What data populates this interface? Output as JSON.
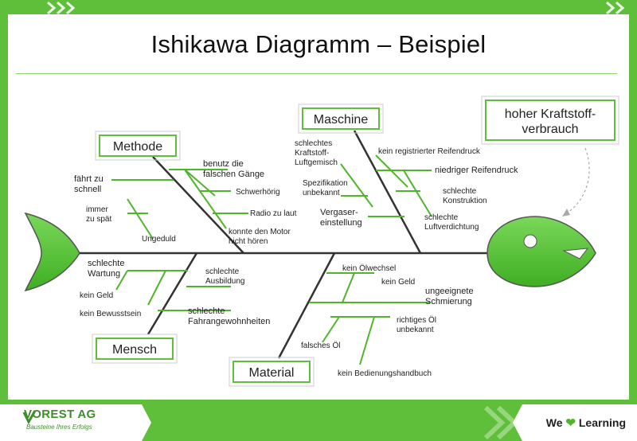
{
  "title": "Ishikawa Diagramm – Beispiel",
  "effect": {
    "lines": [
      "hoher Kraftstoff-",
      "verbrauch"
    ]
  },
  "categories": {
    "methode": "Methode",
    "maschine": "Maschine",
    "mensch": "Mensch",
    "material": "Material"
  },
  "causes": {
    "methode": [
      [
        "fährt zu",
        "schnell"
      ],
      [
        "immer",
        "zu spät"
      ],
      [
        "Ungeduld"
      ],
      [
        "benutz die",
        "falschen Gänge"
      ],
      [
        "Schwerhörig"
      ],
      [
        "Radio zu laut"
      ],
      [
        "konnte den Motor",
        "nicht hören"
      ]
    ],
    "maschine": [
      [
        "schlechtes",
        "Kraftstoff-",
        "Luftgemisch"
      ],
      [
        "Spezifikation",
        "unbekannt"
      ],
      [
        "Vergaser-",
        "einstellung"
      ],
      [
        "kein registrierter Reifendruck"
      ],
      [
        "niedriger Reifendruck"
      ],
      [
        "schlechte",
        "Konstruktion"
      ],
      [
        "schlechte",
        "Luftverdichtung"
      ]
    ],
    "mensch": [
      [
        "schlechte",
        "Wartung"
      ],
      [
        "kein Geld"
      ],
      [
        "kein Bewusstsein"
      ],
      [
        "schlechte",
        "Ausbildung"
      ],
      [
        "schlechte",
        "Fahrangewohnheiten"
      ]
    ],
    "material": [
      [
        "kein Ölwechsel"
      ],
      [
        "kein Geld"
      ],
      [
        "ungeeignete",
        "Schmierung"
      ],
      [
        "richtiges Öl",
        "unbekannt"
      ],
      [
        "falsches Öl"
      ],
      [
        "kein Bedienungshandbuch"
      ]
    ]
  },
  "footer": {
    "logo": "VOREST AG",
    "tagline": "Bausteine Ihres Erfolgs",
    "we": "We",
    "learning": "Learning"
  },
  "colors": {
    "accent": "#5fbf3a",
    "fish": "#5cc93a",
    "border": "#5fbf3a"
  }
}
